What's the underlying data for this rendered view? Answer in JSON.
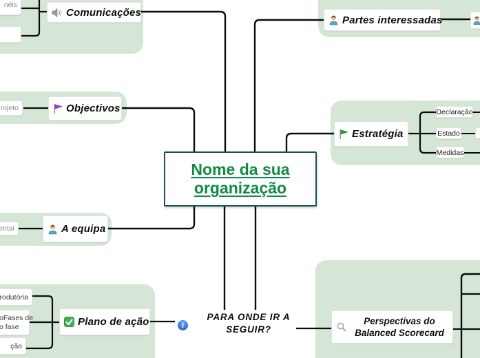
{
  "app": {
    "type": "mind-map-template"
  },
  "colors": {
    "region_fill": "#d6e6d6",
    "connector": "#0b0b0b",
    "central_text": "#118a43",
    "central_border": "#1a5353",
    "muted_clipped_text": "#8a8a8a"
  },
  "central_node": {
    "line1": "Nome da sua",
    "line2": "organização"
  },
  "branches": {
    "comunicacoes": {
      "label": "Comunicações",
      "icon": "speaker-icon"
    },
    "objectivos": {
      "label": "Objectivos",
      "icon": "flag-purple-icon"
    },
    "equipa": {
      "label": "A equipa",
      "icon": "person-icon"
    },
    "plano": {
      "label": "Plano de ação",
      "icon": "check-icon"
    },
    "partes": {
      "label": "Partes interessadas",
      "icon": "person-icon"
    },
    "estrategia": {
      "label": "Estratégia",
      "icon": "flag-green-icon"
    },
    "perspectivas": {
      "line1": "Perspectivas do",
      "line2": "Balanced Scorecard",
      "icon": "magnifier-icon"
    }
  },
  "floating_topic": {
    "line1": "PARA ONDE IR A",
    "line2": "SEGUIR?"
  },
  "estrategia_children": {
    "declaracao": "Declaração",
    "estado": "Estado",
    "medidas": "Medidas"
  },
  "clipped_nodes": {
    "comunicacoes_child1": "néis",
    "comunicacoes_child2": "",
    "objectivos_child": "rojeto",
    "equipa_child": "ental",
    "plano_child1": "ntrodutória",
    "plano_child2_line1": "oFases de",
    "plano_child2_line2": "o fase",
    "plano_child3": "ção"
  },
  "icons": {
    "info": "info-icon",
    "speaker": "speaker-icon",
    "person": "person-icon",
    "flag_purple": "flag-purple-icon",
    "flag_green": "flag-green-icon",
    "check": "check-icon",
    "magnifier": "magnifier-icon"
  }
}
